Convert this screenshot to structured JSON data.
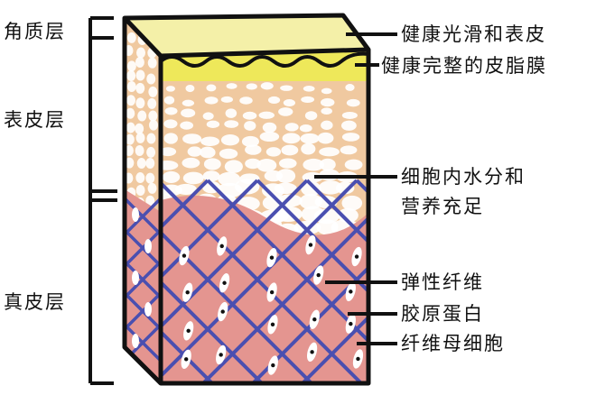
{
  "left_labels": {
    "stratum_corneum": "角质层",
    "epidermis": "表皮层",
    "dermis": "真皮层"
  },
  "right_labels": {
    "smooth_skin": "健康光滑和表皮",
    "sebum_film": "健康完整的皮脂膜",
    "moisture_line1": "细胞内水分和",
    "moisture_line2": "营养充足",
    "elastic_fiber": "弹性纤维",
    "collagen": "胶原蛋白",
    "fibroblast": "纤维母细胞"
  },
  "colors": {
    "top": "#f4f0a8",
    "sebum": "#eee85a",
    "epidermis": "#f0c9a0",
    "dermis": "#e49590",
    "fiber": "#4a4fb0",
    "cell": "#ffffff",
    "outline": "#111111"
  }
}
